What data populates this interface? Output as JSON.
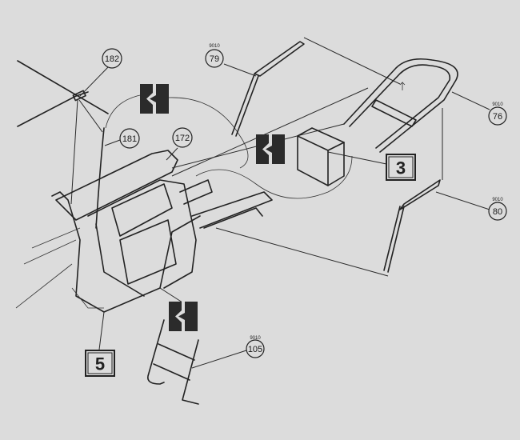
{
  "diagram": {
    "callouts": [
      {
        "id": "182",
        "code": ""
      },
      {
        "id": "181",
        "code": ""
      },
      {
        "id": "172",
        "code": ""
      },
      {
        "id": "79",
        "code": "9010"
      },
      {
        "id": "76",
        "code": "9010"
      },
      {
        "id": "80",
        "code": "9010"
      },
      {
        "id": "105",
        "code": "9010"
      }
    ],
    "section_boxes": [
      {
        "label": "3"
      },
      {
        "label": "5"
      }
    ],
    "connector_symbols": [
      "connector-symbol",
      "connector-symbol",
      "connector-symbol"
    ]
  }
}
